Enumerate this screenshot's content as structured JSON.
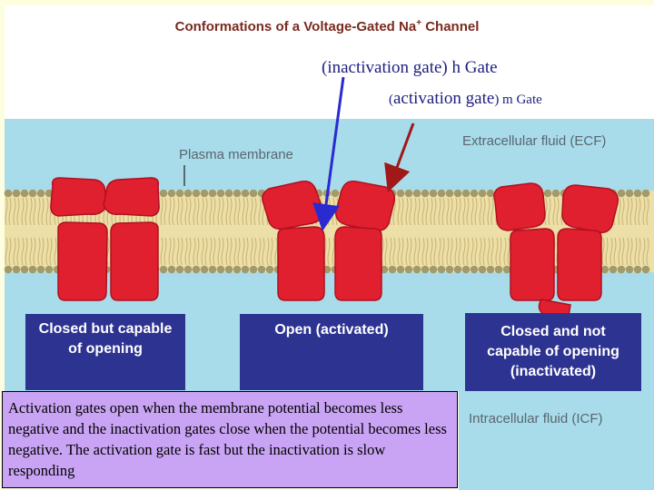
{
  "title": "Conformations of a Voltage-Gated Na",
  "title_sup": "+",
  "title_suffix": " Channel",
  "h_gate_label": "(inactivation gate) h Gate",
  "m_gate_label_prefix": "(",
  "m_gate_label_main": "activation gate",
  "m_gate_label_suffix": ") m Gate",
  "plasma_membrane": "Plasma membrane",
  "ecf": "Extracellular fluid (ECF)",
  "icf": "Intracellular fluid (ICF)",
  "states": [
    {
      "label_line1": "Closed but capable",
      "label_line2": "of opening"
    },
    {
      "label_line1": "Open (activated)"
    },
    {
      "label_line1": "Closed and not",
      "label_line2": "capable of opening",
      "label_line3": "(inactivated)"
    }
  ],
  "note": "Activation gates open when the membrane potential becomes less negative and the inactivation gates close when the potential becomes less negative. The activation gate is fast but the inactivation is slow responding",
  "colors": {
    "membrane_bg": "#a8dcea",
    "lipid_head": "#a39a6c",
    "tail_band": "#e8d08a",
    "protein": "#e0202f",
    "box": "#2d3390",
    "note_bg": "#c9a4f4",
    "arrow_h": "#2a2ad0",
    "arrow_m": "#a01818"
  }
}
